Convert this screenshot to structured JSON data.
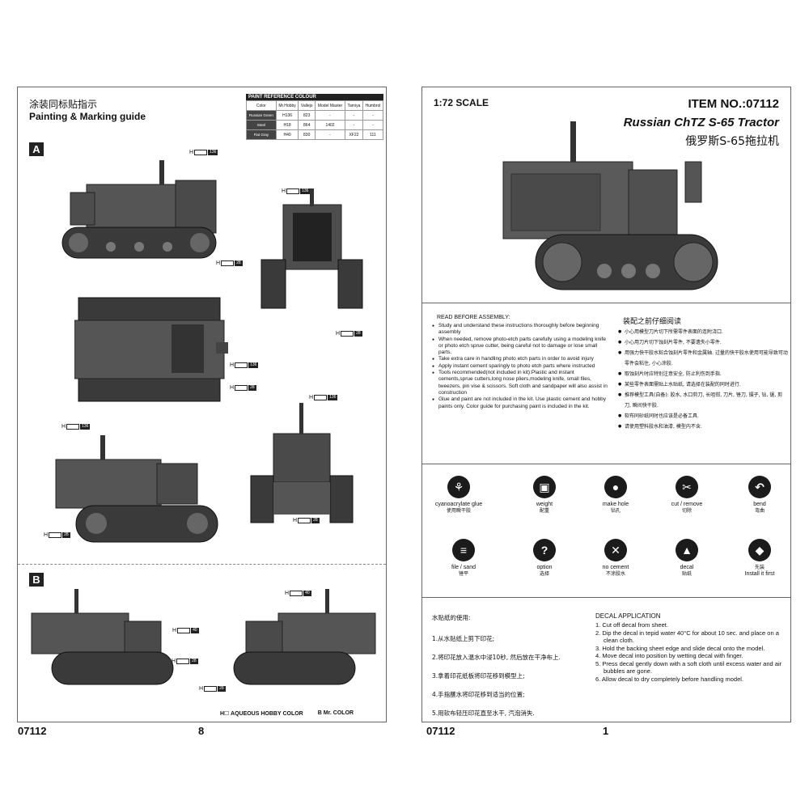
{
  "left_page": {
    "title_zh": "涂装同标贴指示",
    "title_en": "Painting & Marking guide",
    "paint_table": {
      "caption": "PAINT REFERENCE COLOUR",
      "headers": [
        "Color",
        "Mr.Hobby",
        "Vallejo",
        "Model Master",
        "Tamiya",
        "Humbrol"
      ],
      "rows": [
        {
          "color": "Russian Green",
          "hobby": "136",
          "vallejo": "823",
          "model_master": "-",
          "tamiya": "-",
          "humbrol": "-"
        },
        {
          "color": "Steel",
          "hobby": "18",
          "vallejo": "864",
          "model_master": "1402",
          "tamiya": "-",
          "humbrol": "-"
        },
        {
          "color": "Flat Gray",
          "hobby": "40",
          "vallejo": "830",
          "model_master": "-",
          "tamiya": "XF22",
          "humbrol": "111"
        }
      ]
    },
    "section_a": "A",
    "section_b": "B",
    "callouts": {
      "h136": "136",
      "h28": "28",
      "h40": "40"
    },
    "legend": {
      "h": "H☐ AQUEOUS HOBBY COLOR",
      "b": "B Mr. COLOR"
    },
    "footer_item": "07112",
    "footer_page": "8"
  },
  "right_page": {
    "scale": "1:72 SCALE",
    "item_no": "ITEM NO.:07112",
    "model_name": "Russian ChTZ S-65 Tractor",
    "model_zh": "俄罗斯S-65拖拉机",
    "read_title": "READ BEFORE ASSEMBLY:",
    "read_items": [
      "Study and understand these instructions thoroughly before beginning assembly",
      "When needed, remove photo-etch parts carefully using a modeling knife or photo etch sprue cutter, being careful not to damage or lose small parts.",
      "Take extra care in handling photo etch parts in order to avoid injury",
      "Apply instant cement sparingly to photo etch parts where instructed",
      "Tools recommended(not included in kit):Plastic and instant cements,sprue cutters,long nose pliers,modeling knife, small files, tweezers, pin vise & scissors. Soft cloth and sandpaper will also assist in construction",
      "Glue and paint are not included in the kit. Use plastic cement and hobby paints only. Color guide for purchasing paint is included in the kit."
    ],
    "read_title_zh": "装配之前仔细阅读",
    "read_items_zh": [
      "小心用模型刀片切下所需零件表面的连附浇口.",
      "小心用刀片切下蚀刻片零件, 不要遗失小零件.",
      "用强力快干胶水粘合蚀刻片零件和金属轴. 过量的快干胶水使用可能导致可动零件会粘住, 小心涂胶.",
      "取蚀刻片时应特别注意安全, 防止利伤到手指.",
      "某些零件表面需贴上水贴纸, 请选择在装配的同时进行.",
      "推荐模型工具(自备): 胶水, 水口剪刀, 长咀钳, 刀片, 锉刀, 镊子, 钻, 锯, 剪刀, 瞬间快干胶.",
      "软布同砂纸同时也应该是必备工具.",
      "请使用塑料胶水和油漆, 模型内不含."
    ],
    "icons": [
      {
        "name": "cyanoacrylate glue",
        "zh": "使用瞬干胶",
        "glyph": "⚘"
      },
      {
        "name": "weight",
        "zh": "配重",
        "glyph": "▣"
      },
      {
        "name": "make hole",
        "zh": "钻孔",
        "glyph": "●"
      },
      {
        "name": "cut / remove",
        "zh": "切除",
        "glyph": "✂"
      },
      {
        "name": "bend",
        "zh": "弯曲",
        "glyph": "↶"
      },
      {
        "name": "file / sand",
        "zh": "锉平",
        "glyph": "≡"
      },
      {
        "name": "option",
        "zh": "选择",
        "glyph": "?"
      },
      {
        "name": "no cement",
        "zh": "不涂胶水",
        "glyph": "✕"
      },
      {
        "name": "decal",
        "zh": "贴纸",
        "glyph": "▲"
      },
      {
        "name": "Install it first",
        "zh": "先装",
        "glyph": "◆"
      }
    ],
    "decal_title_zh": "水贴纸的使用:",
    "decal_steps_zh": [
      "1.从水贴纸上剪下印花;",
      "2.将印花放入温水中浸10秒, 然后放在干净布上.",
      "3.拿着印花纸板将印花移到模型上;",
      "4.手指蘸水将印花移到适当的位置;",
      "5.用软布轻压印花直至水干, 汽泡消失."
    ],
    "decal_title": "DECAL APPLICATION",
    "decal_steps": [
      "1. Cut off decal from sheet.",
      "2. Dip the decal in tepid water 40°C for about 10 sec. and place on a clean cloth.",
      "3. Hold the backing sheet edge and slide decal onto the model.",
      "4. Move decal into position by wetting decal with finger.",
      "5. Press decal gently down with a soft cloth until excess water and air bubbles are gone.",
      "6. Allow decal to dry completely before handling model."
    ],
    "footer_item": "07112",
    "footer_page": "1"
  }
}
